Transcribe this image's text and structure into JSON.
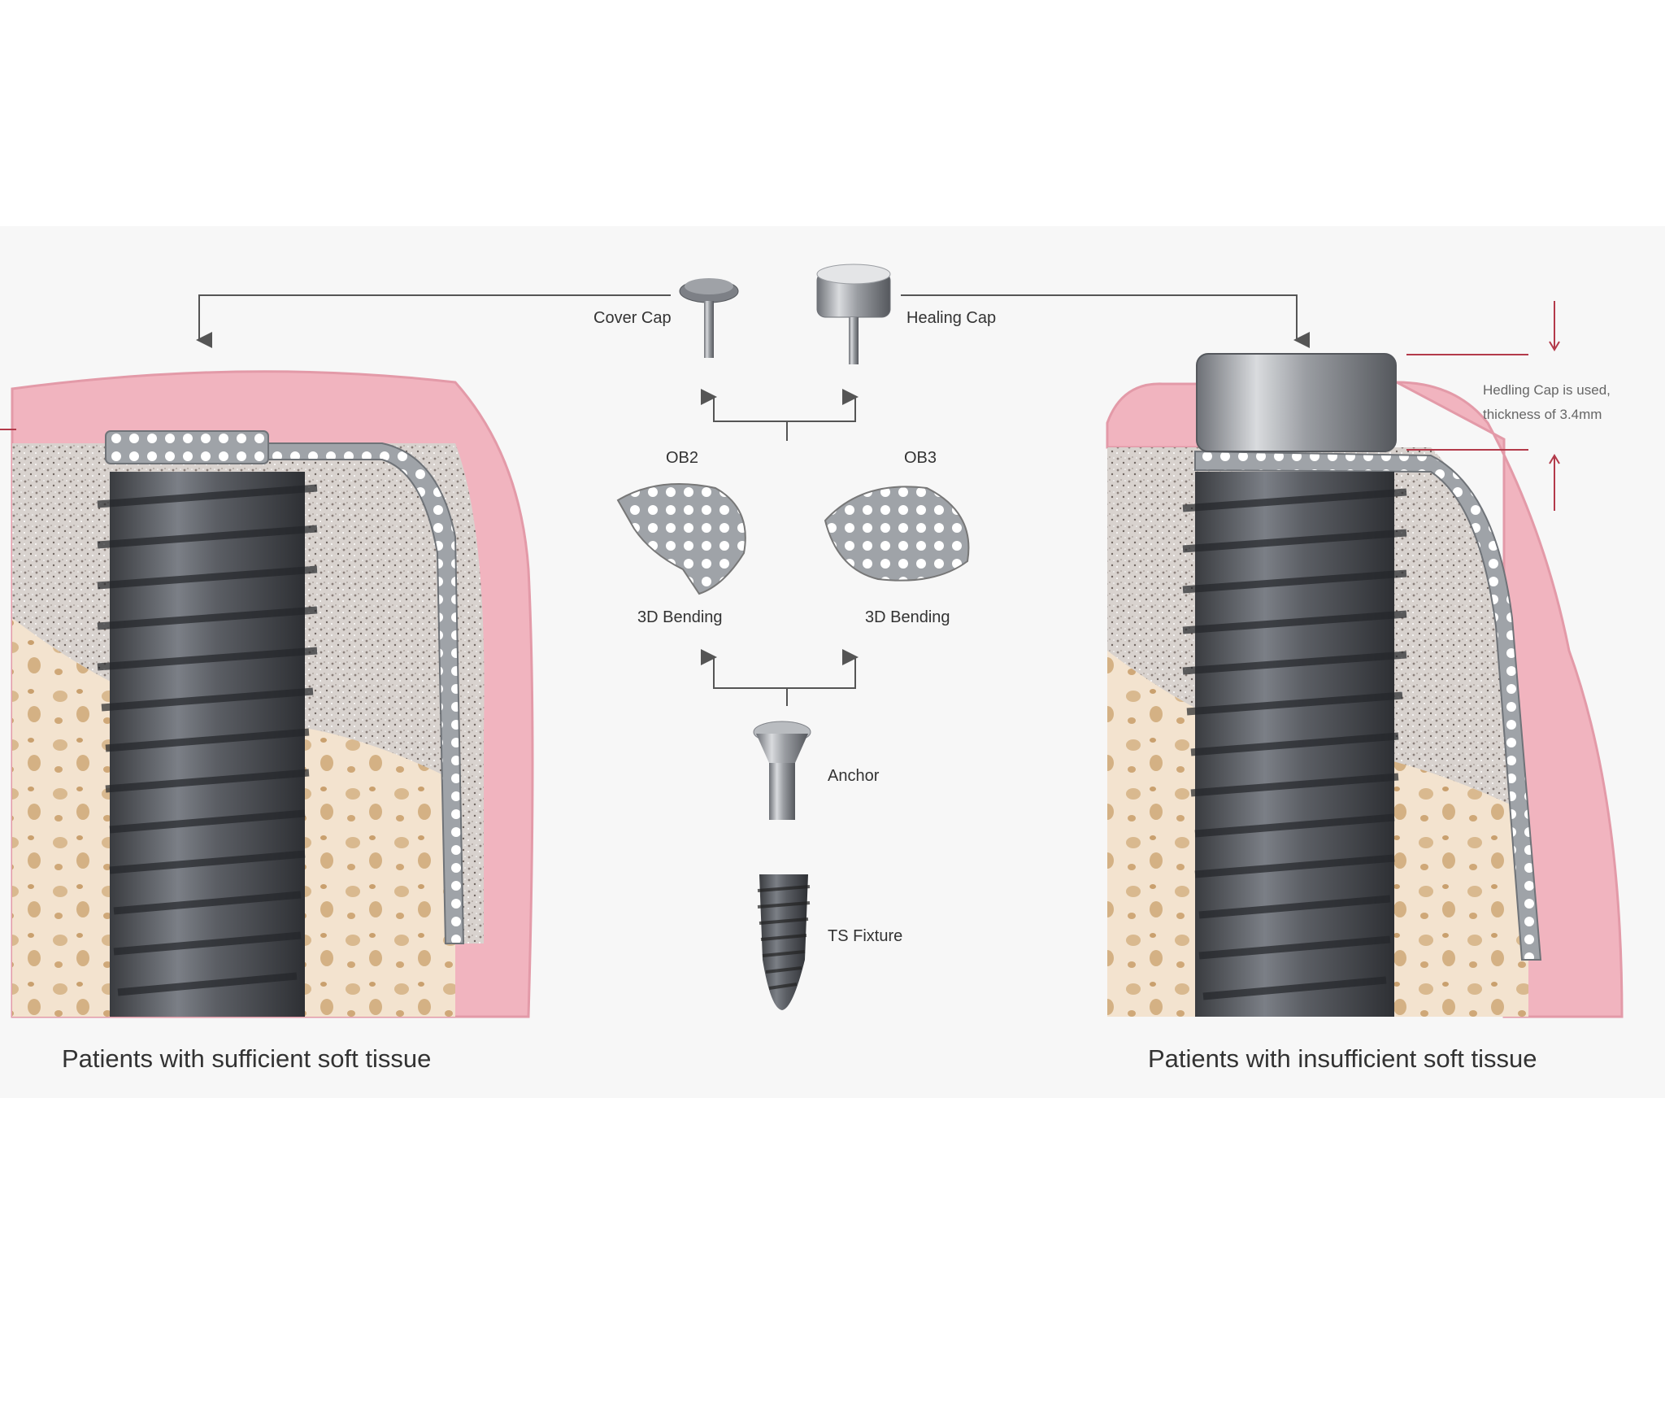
{
  "labels": {
    "cover_cap": "Cover Cap",
    "healing_cap": "Healing Cap",
    "ob2": "OB2",
    "ob3": "OB3",
    "bending_left": "3D Bending",
    "bending_right": "3D Bending",
    "anchor": "Anchor",
    "ts_fixture": "TS Fixture"
  },
  "annotation": {
    "line1": "Hedling Cap is used,",
    "line2": "thickness of 3.4mm"
  },
  "captions": {
    "left": "Patients with sufficient soft tissue",
    "right": "Patients with insufficient soft tissue"
  },
  "colors": {
    "gum": "#f1b4bf",
    "gum_edge": "#e39aa8",
    "bone": "#f2e1cc",
    "graft": "#cfc9c6",
    "metal": "#4a4d52",
    "accent_red": "#b33a4a"
  }
}
